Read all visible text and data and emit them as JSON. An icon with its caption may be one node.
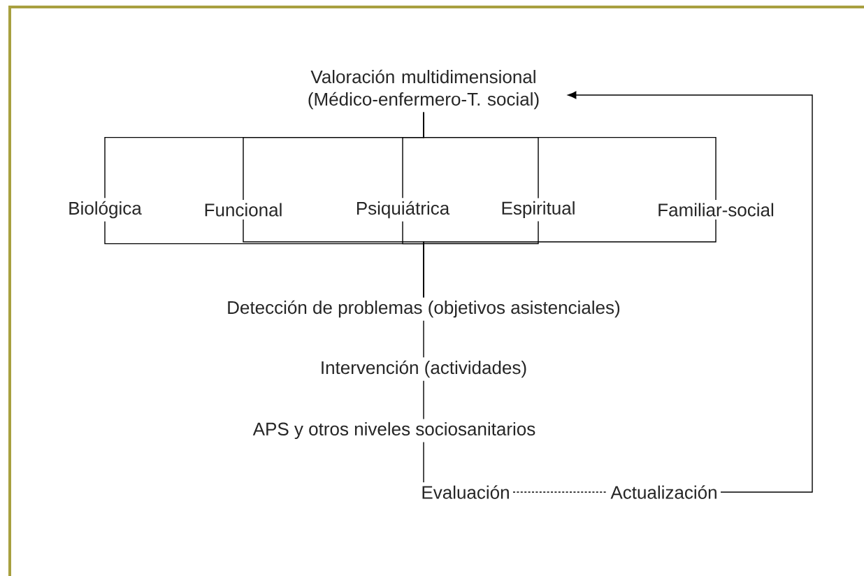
{
  "diagram": {
    "nodes": [
      {
        "text": [
          "Valoración multidimensional (Médico-enfermero-T. social)"
        ]
      },
      {
        "text": [
          "Biológica"
        ]
      },
      {
        "text": [
          "Funcional"
        ]
      },
      {
        "text": [
          "Psiquiátrica"
        ]
      },
      {
        "text": [
          "Espiritual"
        ]
      },
      {
        "text": [
          "Familiar-social"
        ]
      },
      {
        "text": [
          "Detección de problemas (objetivos asistenciales)"
        ]
      },
      {
        "text": [
          "Intervención (actividades)"
        ]
      },
      {
        "text": [
          "APS y otros niveles sociosanitarios"
        ]
      },
      {
        "text": [
          "Evaluación"
        ]
      },
      {
        "text": [
          "Actualización"
        ]
      }
    ],
    "edges": [
      {
        "from": 0,
        "to": 1,
        "arrow": "none"
      },
      {
        "from": 0,
        "to": 2,
        "arrow": "none"
      },
      {
        "from": 0,
        "to": 3,
        "arrow": "none"
      },
      {
        "from": 0,
        "to": 4,
        "arrow": "none"
      },
      {
        "from": 0,
        "to": 5,
        "arrow": "none"
      },
      {
        "from": 1,
        "to": 6,
        "arrow": "none"
      },
      {
        "from": 2,
        "to": 6,
        "arrow": "none"
      },
      {
        "from": 3,
        "to": 6,
        "arrow": "none"
      },
      {
        "from": 4,
        "to": 6,
        "arrow": "none"
      },
      {
        "from": 5,
        "to": 6,
        "arrow": "none"
      },
      {
        "from": 6,
        "to": 7,
        "arrow": "none"
      },
      {
        "from": 7,
        "to": 8,
        "arrow": "none"
      },
      {
        "from": 8,
        "to": 9,
        "arrow": "none"
      },
      {
        "from": 9,
        "to": 10,
        "arrow": "none",
        "style": "dashed"
      },
      {
        "from": 10,
        "to": 0,
        "arrow": "to"
      }
    ]
  }
}
